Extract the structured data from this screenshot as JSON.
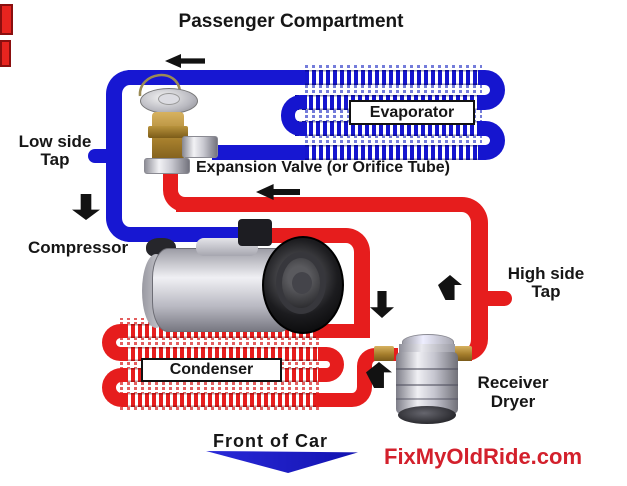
{
  "header": {
    "title": "Passenger Compartment"
  },
  "labels": {
    "low_side_tap": {
      "line1": "Low side",
      "line2": "Tap"
    },
    "expansion_valve": "Expansion Valve (or Orifice Tube)",
    "evaporator": "Evaporator",
    "compressor": "Compressor",
    "condenser": "Condenser",
    "high_side_tap": {
      "line1": "High side",
      "line2": "Tap"
    },
    "receiver_dryer": {
      "line1": "Receiver",
      "line2": "Dryer"
    }
  },
  "footer": {
    "front_of_car": "Front of Car",
    "watermark": "FixMyOldRide.com"
  },
  "colors": {
    "low_side_pipe": "#1717d2",
    "high_side_pipe": "#e61d1d",
    "watermark_text": "#d3202c",
    "flow_arrow": "#121212",
    "front_of_car_arrow": "#2222cc"
  },
  "icons": {
    "flow_left_icon": "left-arrow",
    "flow_down_icon": "down-arrow",
    "flow_up_icon": "up-arrow",
    "front_of_car_arrow_icon": "down-chevron"
  }
}
